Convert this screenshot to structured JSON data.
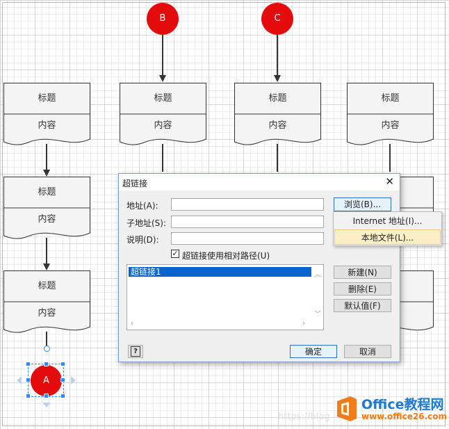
{
  "canvas": {
    "shape_title": "标题",
    "shape_body": "内容",
    "connectors": [
      "B",
      "C",
      "A"
    ]
  },
  "dialog": {
    "title": "超链接",
    "close": "✕",
    "address_label": "地址(A):",
    "subaddress_label": "子地址(S):",
    "description_label": "说明(D):",
    "address_value": "",
    "subaddress_value": "",
    "description_value": "",
    "relative_path_label": "超链接使用相对路径(U)",
    "relative_path_checked": true,
    "browse_button": "浏览(B)...",
    "list_items": [
      "超链接1"
    ],
    "new_button": "新建(N)",
    "delete_button": "删除(E)",
    "default_button": "默认值(F)",
    "ok_button": "确定",
    "cancel_button": "取消"
  },
  "browse_menu": {
    "items": [
      "Internet 地址(I)...",
      "本地文件(L)..."
    ],
    "highlighted_index": 1
  },
  "watermark": {
    "text": "https://blog"
  },
  "logo": {
    "brand": "Office教程网",
    "url": "www.office26.com"
  },
  "colors": {
    "connector_red": "#e30b0b",
    "selection_blue": "#0a64d0",
    "menu_highlight": "#fcefc8",
    "logo_orange": "#f07c1a",
    "logo_blue": "#1b7ad3"
  }
}
